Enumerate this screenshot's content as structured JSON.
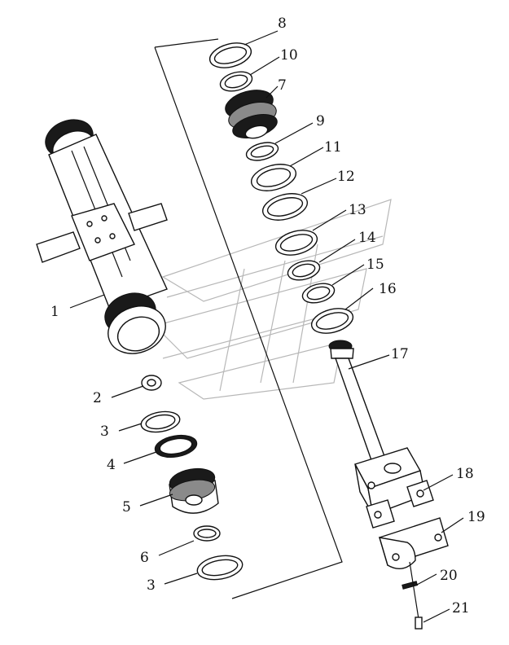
{
  "labels": {
    "p1": "1",
    "p2": "2",
    "p3a": "3",
    "p4": "4",
    "p5": "5",
    "p6": "6",
    "p3b": "3",
    "p7": "7",
    "p8": "8",
    "p9": "9",
    "p10": "10",
    "p11": "11",
    "p12": "12",
    "p13": "13",
    "p14": "14",
    "p15": "15",
    "p16": "16",
    "p17": "17",
    "p18": "18",
    "p19": "19",
    "p20": "20",
    "p21": "21"
  }
}
